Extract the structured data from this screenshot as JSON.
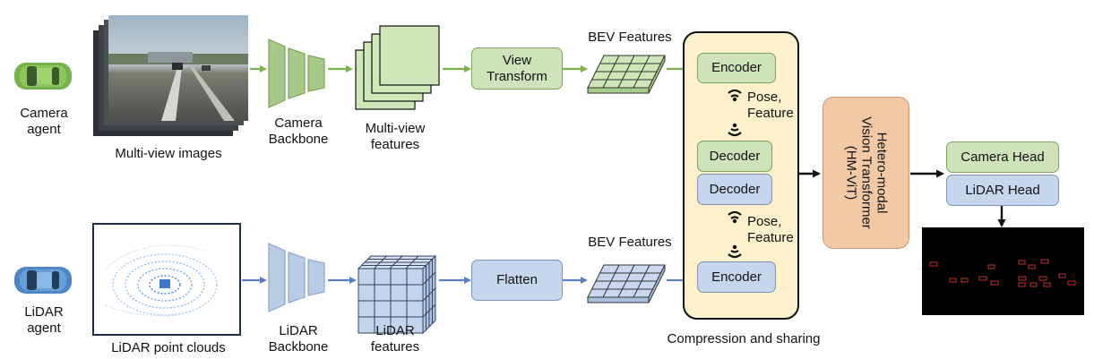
{
  "camera": {
    "agent_label": "Camera\nagent",
    "images_label": "Multi-view images",
    "backbone_label": "Camera\nBackbone",
    "features_label": "Multi-view\nfeatures",
    "transform_label": "View\nTransform",
    "bev_label": "BEV Features",
    "encoder_label": "Encoder",
    "decoder_label": "Decoder",
    "head_label": "Camera Head"
  },
  "lidar": {
    "agent_label": "LiDAR\nagent",
    "points_label": "LiDAR point clouds",
    "backbone_label": "LiDAR\nBackbone",
    "features_label": "LiDAR\nfeatures",
    "flatten_label": "Flatten",
    "bev_label": "BEV Features",
    "encoder_label": "Encoder",
    "decoder_label": "Decoder",
    "head_label": "LiDAR Head"
  },
  "sharing": {
    "top_label": "Pose,\nFeature",
    "bottom_label": "Pose,\nFeature",
    "caption": "Compression and sharing"
  },
  "vit_label": "Hetero-modal\nVision Transformer\n(HM-ViT)",
  "colors": {
    "camera_fill": "#cfe3bb",
    "camera_arrow": "#7db04e",
    "lidar_fill": "#c6d6ec",
    "lidar_arrow": "#5b7fbf",
    "vit_fill": "#f1c9a6",
    "sharing_panel": "#fdf1cc",
    "detection_box": "#c0302a"
  },
  "icons": [
    "car-icon",
    "camera-frames-icon",
    "point-cloud-icon",
    "wireless-icon",
    "detection-output-icon"
  ]
}
